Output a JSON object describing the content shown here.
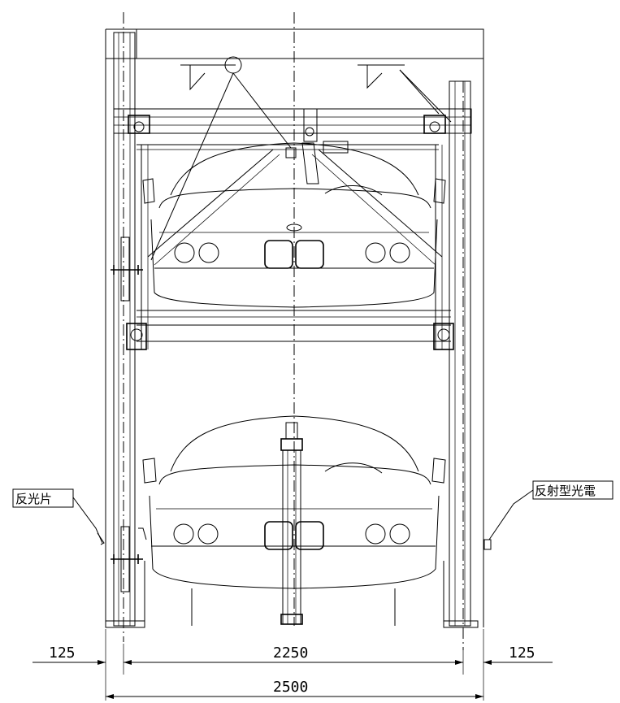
{
  "callouts": {
    "left_label": "反光片",
    "right_label": "反射型光電"
  },
  "dimensions": {
    "left_offset": "125",
    "inner_span": "2250",
    "right_offset": "125",
    "total_width": "2500"
  }
}
